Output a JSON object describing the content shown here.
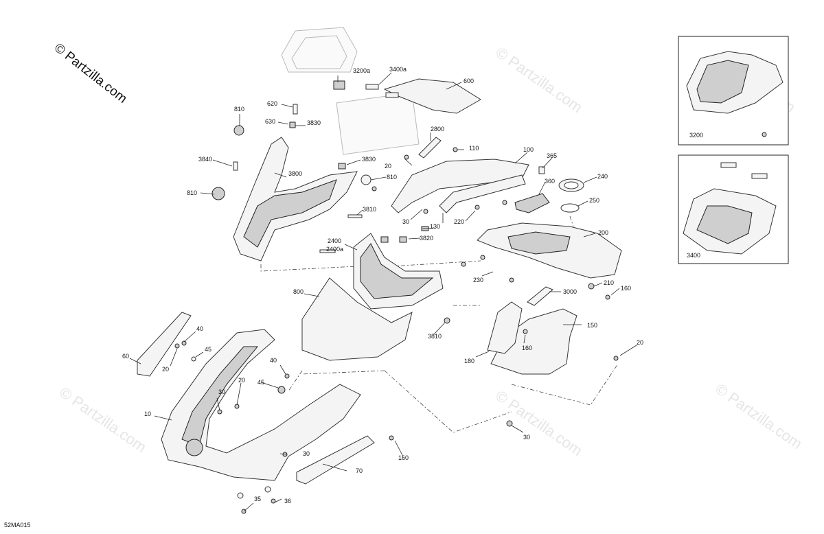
{
  "watermark": {
    "main": "© Partzilla.com",
    "faint": "© Partzilla.com"
  },
  "figure_code": "52MA015",
  "insets": {
    "top_label": "3200",
    "bottom_label": "3400"
  },
  "callouts": {
    "c10": "10",
    "c20a": "20",
    "c20b": "20",
    "c20c": "20",
    "c20d": "20",
    "c30a": "30",
    "c30b": "30",
    "c30c": "30",
    "c30d": "30",
    "c35": "35",
    "c36": "36",
    "c40a": "40",
    "c40b": "40",
    "c45a": "45",
    "c45b": "45",
    "c60": "60",
    "c70": "70",
    "c100": "100",
    "c110": "110",
    "c130": "130",
    "c150": "150",
    "c160a": "160",
    "c160b": "160",
    "c160c": "160",
    "c180": "180",
    "c200": "200",
    "c210": "210",
    "c220": "220",
    "c230": "230",
    "c240": "240",
    "c250": "250",
    "c360": "360",
    "c365": "365",
    "c600": "600",
    "c620": "620",
    "c630": "630",
    "c800": "800",
    "c810a": "810",
    "c810b": "810",
    "c810c": "810",
    "c2400": "2400",
    "c2400a": "2400a",
    "c2800": "2800",
    "c3000": "3000",
    "c3200a": "3200a",
    "c3400a": "3400a",
    "c3800": "3800",
    "c3810a": "3810",
    "c3810b": "3810",
    "c3820": "3820",
    "c3830a": "3830",
    "c3830b": "3830",
    "c3840": "3840"
  }
}
